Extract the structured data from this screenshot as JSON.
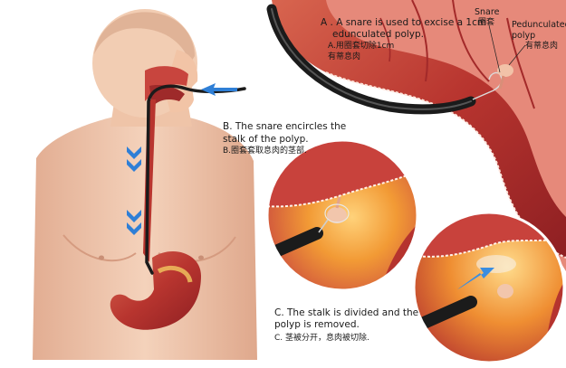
{
  "labels": {
    "a_en_1": "A . A snare is used to excise a 1cm",
    "a_en_2": "edunculated polyp.",
    "a_cn_1": "A.用圈套切除1cm",
    "a_cn_2": "有蒂息肉",
    "snare_en": "Snare",
    "snare_cn": "圈套",
    "pedunculated_1": "Pedunculated",
    "pedunculated_2": "polyp",
    "pedunculated_cn": "有蒂息肉",
    "b_en_1": "B. The snare encircles the",
    "b_en_2": "stalk of the polyp.",
    "b_cn": "B.圈套套取息肉的茎部.",
    "c_en_1": "C. The stalk is divided and the",
    "c_en_2": "polyp is removed.",
    "c_cn": "C. 茎被分开，息肉被切除."
  },
  "colors": {
    "skin": "#f0c8ad",
    "skin_shadow": "#d9a58a",
    "tissue": "#c9473f",
    "tissue_dark": "#8e1f22",
    "mucosa": "#e07a63",
    "lumen_glow": "#f3a23a",
    "arrow_blue": "#2f7fd6",
    "scope_black": "#1b1b1b"
  }
}
